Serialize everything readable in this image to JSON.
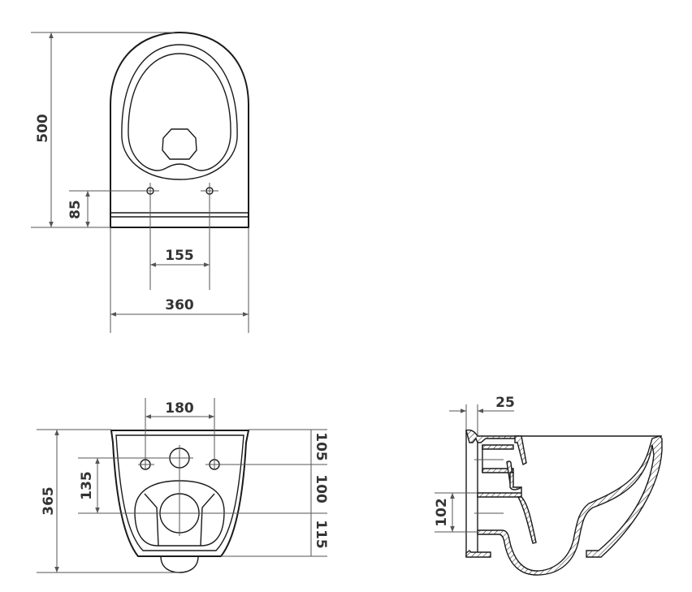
{
  "drawing": {
    "type": "technical-drawing",
    "subject": "wall-hung toilet bowl",
    "units": "mm",
    "colors": {
      "outline": "#1a1a1a",
      "dimension_line": "#555555",
      "text": "#333333",
      "background": "#ffffff"
    }
  },
  "views": {
    "top": {
      "name": "top view",
      "dimensions": {
        "overall_length": "500",
        "bolt_offset_from_wall": "85",
        "bolt_spacing": "155",
        "overall_width": "360"
      }
    },
    "rear": {
      "name": "rear view",
      "dimensions": {
        "bolt_spacing": "180",
        "overall_height": "365",
        "inlet_to_outlet": "135",
        "top_to_bolts": "105",
        "bolts_to_outlet": "100",
        "outlet_to_bottom": "115"
      }
    },
    "side": {
      "name": "side section view",
      "dimensions": {
        "wall_gap": "25",
        "outlet_height": "102"
      }
    }
  }
}
